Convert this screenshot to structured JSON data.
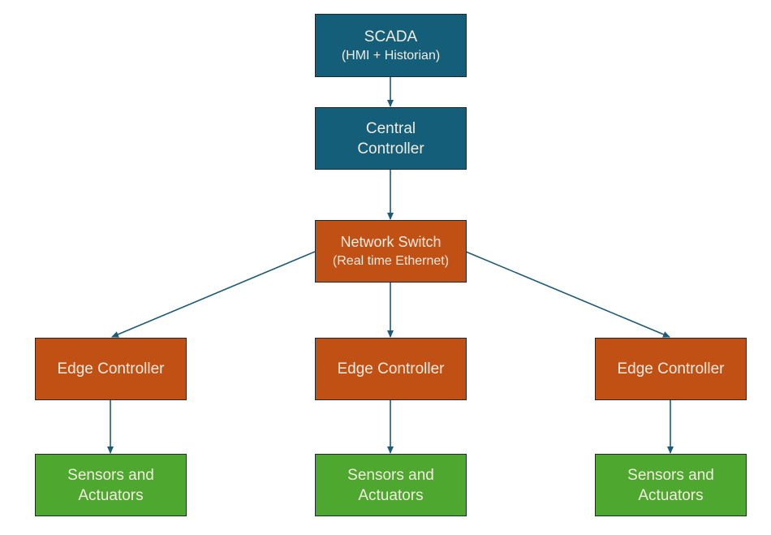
{
  "colors": {
    "controller_blue": "#155e7a",
    "network_orange": "#c15015",
    "field_green": "#4ea72e",
    "arrow": "#1d5a75"
  },
  "nodes": {
    "scada": {
      "line1": "SCADA",
      "line2": "(HMI + Historian)"
    },
    "central": {
      "line1": "Central",
      "line2": "Controller"
    },
    "switch": {
      "line1": "Network Switch",
      "line2": "(Real time Ethernet)"
    },
    "edge": [
      {
        "label": "Edge Controller"
      },
      {
        "label": "Edge Controller"
      },
      {
        "label": "Edge Controller"
      }
    ],
    "sensors": [
      {
        "line1": "Sensors and",
        "line2": "Actuators"
      },
      {
        "line1": "Sensors and",
        "line2": "Actuators"
      },
      {
        "line1": "Sensors and",
        "line2": "Actuators"
      }
    ]
  },
  "edges": [
    {
      "from": "scada",
      "to": "central"
    },
    {
      "from": "central",
      "to": "switch"
    },
    {
      "from": "switch",
      "to": "edge-1"
    },
    {
      "from": "switch",
      "to": "edge-2"
    },
    {
      "from": "switch",
      "to": "edge-3"
    },
    {
      "from": "edge-1",
      "to": "sensors-1"
    },
    {
      "from": "edge-2",
      "to": "sensors-2"
    },
    {
      "from": "edge-3",
      "to": "sensors-3"
    }
  ]
}
